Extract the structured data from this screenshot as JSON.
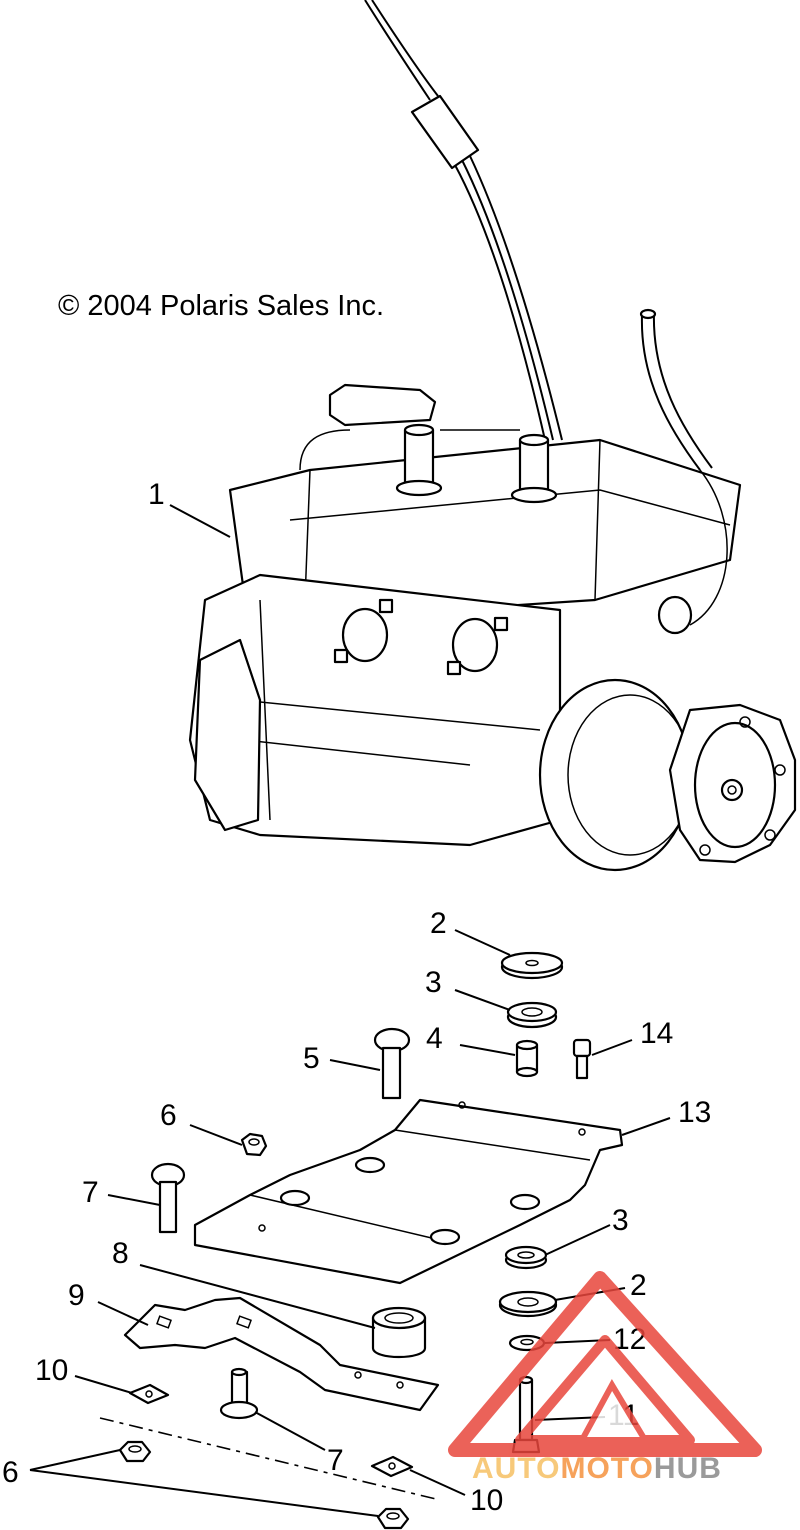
{
  "copyright": "© 2004 Polaris Sales Inc.",
  "callouts": {
    "c1": "1",
    "c2a": "2",
    "c3a": "3",
    "c4": "4",
    "c5": "5",
    "c14": "14",
    "c6a": "6",
    "c13": "13",
    "c7a": "7",
    "c3b": "3",
    "c8": "8",
    "c2b": "2",
    "c9": "9",
    "c12": "12",
    "c10a": "10",
    "c11": "11",
    "c7b": "7",
    "c6b": "6",
    "c10b": "10"
  },
  "watermark": {
    "part1": "AUTO",
    "part2": "MOTO",
    "part3": "HUB",
    "color_red": "#e8463c",
    "color_orange": "#f6a25b",
    "color_gray": "#9a9a9a"
  }
}
